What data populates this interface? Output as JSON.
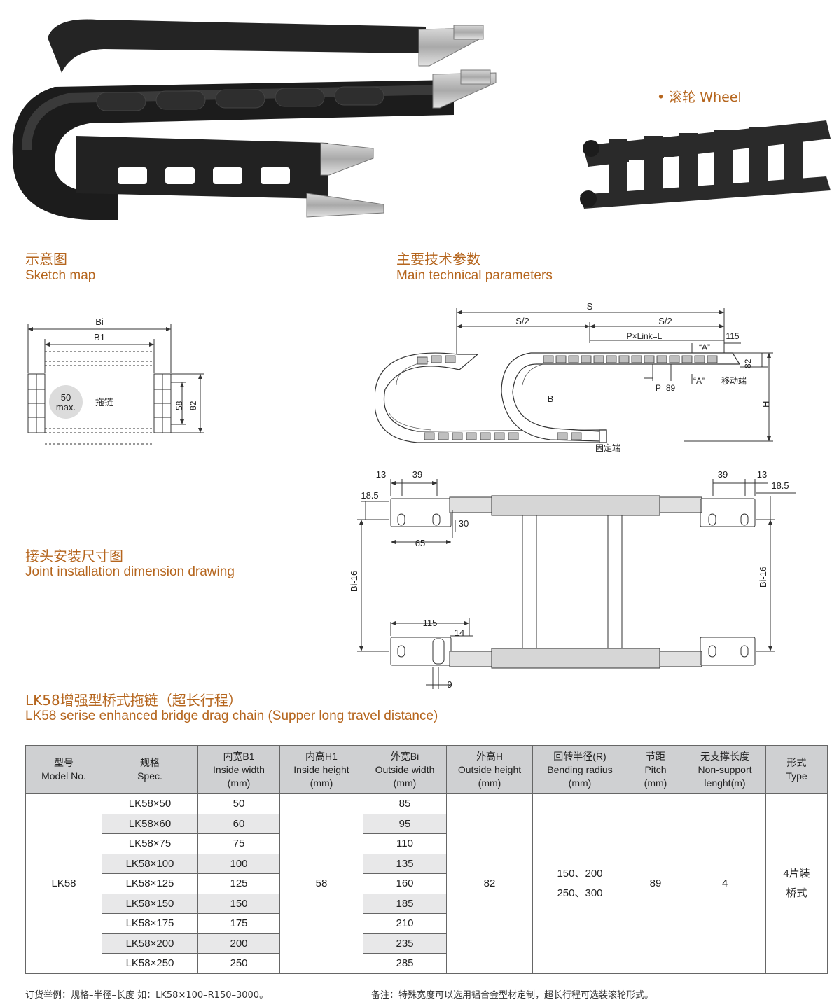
{
  "header": {
    "wheel_label": "滚轮 Wheel"
  },
  "sections": {
    "sketch_cn": "示意图",
    "sketch_en": "Sketch map",
    "params_cn": "主要技术参数",
    "params_en": "Main technical parameters",
    "joint_cn": "接头安装尺寸图",
    "joint_en": "Joint installation dimension drawing",
    "product_cn": "LK58增强型桥式拖链（超长行程）",
    "product_en": "LK58 serise enhanced bridge drag chain (Supper long travel distance)"
  },
  "sketch": {
    "bi": "Bi",
    "b1": "B1",
    "max_value": "50",
    "max_label": "max.",
    "chain_label": "拖链",
    "dim_58": "58",
    "dim_82": "82"
  },
  "params_diagram": {
    "s": "S",
    "s_half_left": "S/2",
    "s_half_right": "S/2",
    "pxlink": "P×Link=L",
    "dim_115": "115",
    "a_top": "“A”",
    "a_bottom": "“A”",
    "moving_end": "移动端",
    "dim_82": "82",
    "pitch": "P=89",
    "radius": "B",
    "height": "H",
    "fixed_end": "固定端"
  },
  "joint_diagram": {
    "d13_left": "13",
    "d39_left": "39",
    "d39_right": "39",
    "d13_right": "13",
    "d185_left": "18.5",
    "d185_right": "18.5",
    "d30": "30",
    "d65": "65",
    "bi16_left": "Bi-16",
    "bi16_right": "Bi-16",
    "d115": "115",
    "d14": "14",
    "d9": "9"
  },
  "table": {
    "headers": [
      {
        "cn": "型号",
        "en": "Model No.",
        "unit": ""
      },
      {
        "cn": "规格",
        "en": "Spec.",
        "unit": ""
      },
      {
        "cn": "内宽B1",
        "en": "Inside width",
        "unit": "(mm)"
      },
      {
        "cn": "内高H1",
        "en": "Inside height",
        "unit": "(mm)"
      },
      {
        "cn": "外宽Bi",
        "en": "Outside width",
        "unit": "(mm)"
      },
      {
        "cn": "外高H",
        "en": "Outside height",
        "unit": "(mm)"
      },
      {
        "cn": "回转半径(R)",
        "en": "Bending radius",
        "unit": "(mm)"
      },
      {
        "cn": "节距",
        "en": "Pitch",
        "unit": "(mm)"
      },
      {
        "cn": "无支撑长度",
        "en": "Non-support",
        "unit": "lenght(m)"
      },
      {
        "cn": "形式",
        "en": "Type",
        "unit": ""
      }
    ],
    "model": "LK58",
    "inside_height": "58",
    "outside_height": "82",
    "bending_radius": "150、200\n250、300",
    "pitch": "89",
    "non_support": "4",
    "type": "4片装\n桥式",
    "rows": [
      {
        "spec": "LK58×50",
        "b1": "50",
        "bi": "85"
      },
      {
        "spec": "LK58×60",
        "b1": "60",
        "bi": "95"
      },
      {
        "spec": "LK58×75",
        "b1": "75",
        "bi": "110"
      },
      {
        "spec": "LK58×100",
        "b1": "100",
        "bi": "135"
      },
      {
        "spec": "LK58×125",
        "b1": "125",
        "bi": "160"
      },
      {
        "spec": "LK58×150",
        "b1": "150",
        "bi": "185"
      },
      {
        "spec": "LK58×175",
        "b1": "175",
        "bi": "210"
      },
      {
        "spec": "LK58×200",
        "b1": "200",
        "bi": "235"
      },
      {
        "spec": "LK58×250",
        "b1": "250",
        "bi": "285"
      }
    ]
  },
  "footer": {
    "order_example": "订货举例：规格–半径–长度 如：LK58×100–R150–3000。",
    "remark": "备注：特殊宽度可以选用铝合金型材定制，超长行程可选装滚轮形式。"
  }
}
